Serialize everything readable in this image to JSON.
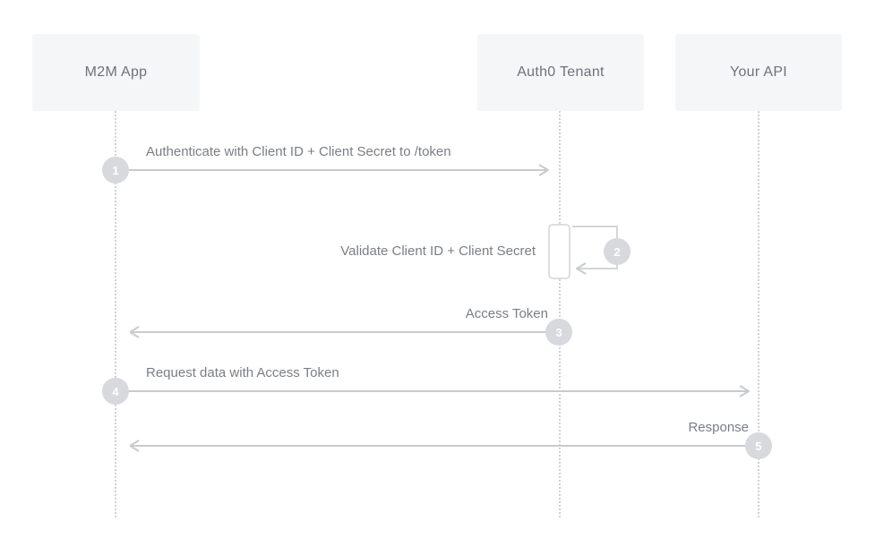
{
  "diagram": {
    "type": "sequence-diagram",
    "actors": [
      {
        "id": "m2m-app",
        "label": "M2M App"
      },
      {
        "id": "auth0-tenant",
        "label": "Auth0 Tenant"
      },
      {
        "id": "your-api",
        "label": "Your API"
      }
    ],
    "steps": [
      {
        "number": "1",
        "label": "Authenticate with Client ID + Client Secret to /token",
        "from": "M2M App",
        "to": "Auth0 Tenant",
        "direction": "right"
      },
      {
        "number": "2",
        "label": "Validate Client ID + Client Secret",
        "from": "Auth0 Tenant",
        "to": "Auth0 Tenant",
        "direction": "self"
      },
      {
        "number": "3",
        "label": "Access Token",
        "from": "Auth0 Tenant",
        "to": "M2M App",
        "direction": "left"
      },
      {
        "number": "4",
        "label": "Request data with Access Token",
        "from": "M2M App",
        "to": "Your API",
        "direction": "right"
      },
      {
        "number": "5",
        "label": "Response",
        "from": "Your API",
        "to": "M2M App",
        "direction": "left"
      }
    ],
    "colors": {
      "background": "#ffffff",
      "actor_box_fill": "#f4f6f8",
      "actor_text": "#6e7379",
      "label_text": "#7a7e84",
      "line": "#c8cbce",
      "circle_fill": "#d7d9dc",
      "circle_text": "#ffffff",
      "activation_border": "#dcdee1",
      "lifeline": "#cfd2d5"
    }
  }
}
